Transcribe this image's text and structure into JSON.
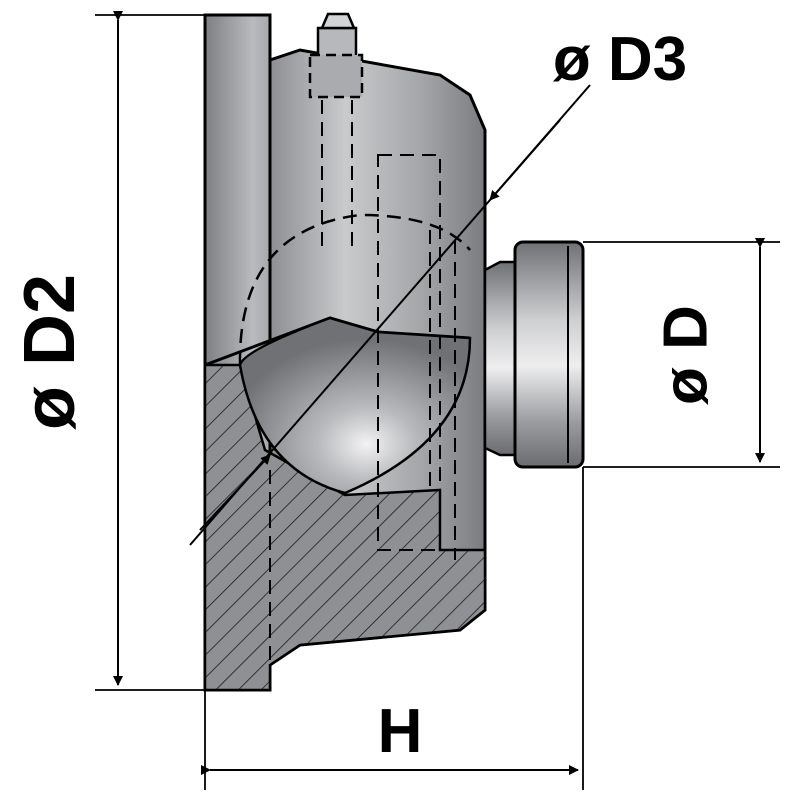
{
  "labels": {
    "d2": "ø D2",
    "d3": "ø D3",
    "d": "ø D",
    "h": "H"
  },
  "colors": {
    "line": "#000000",
    "metal_dark": "#6f7175",
    "metal_mid": "#9a9ca0",
    "metal_light": "#d8d9db",
    "hatch": "#7a7c80"
  }
}
